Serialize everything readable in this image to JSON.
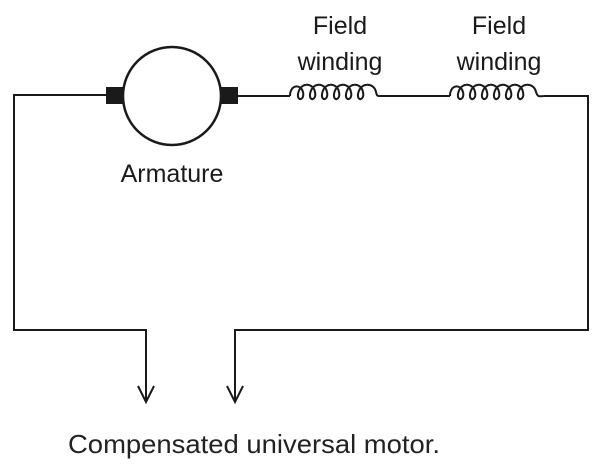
{
  "diagram": {
    "labels": {
      "armature": "Armature",
      "field_winding_1_line1": "Field",
      "field_winding_1_line2": "winding",
      "field_winding_2_line1": "Field",
      "field_winding_2_line2": "winding"
    },
    "caption": "Compensated universal motor.",
    "colors": {
      "line": "#1a1a1a",
      "background": "#ffffff"
    }
  }
}
